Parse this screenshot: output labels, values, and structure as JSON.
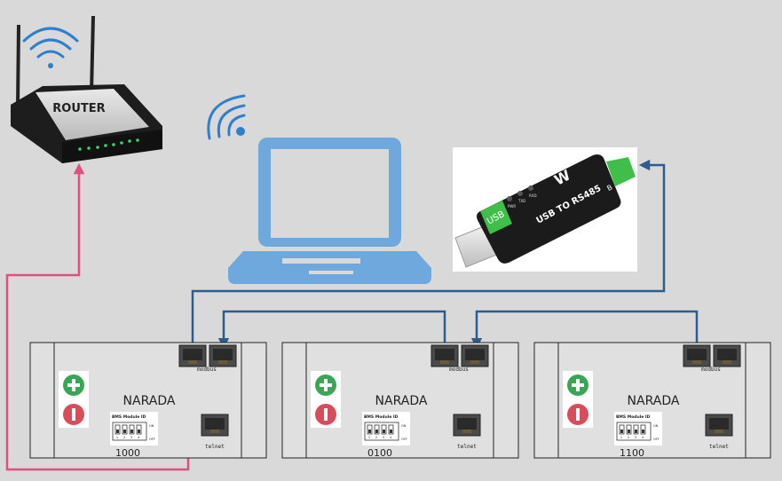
{
  "router": {
    "label": "ROUTER"
  },
  "converter": {
    "label": "USB TO RS485",
    "suffix": "B",
    "usb_tab": "USB",
    "leds": [
      "PWR",
      "TXD",
      "RXD"
    ],
    "logo": "W"
  },
  "batteries": [
    {
      "brand": "NARADA",
      "port_label_top": "modbus",
      "port_label_bottom": "telnet",
      "dip_title": "BMS Module ID",
      "dip_on": "ON",
      "dip_off": "OFF",
      "dip_numbers": [
        "1",
        "2",
        "3",
        "4"
      ],
      "id": "1000"
    },
    {
      "brand": "NARADA",
      "port_label_top": "modbus",
      "port_label_bottom": "telnet",
      "dip_title": "BMS Module ID",
      "dip_on": "ON",
      "dip_off": "OFF",
      "dip_numbers": [
        "1",
        "2",
        "3",
        "4"
      ],
      "id": "0100"
    },
    {
      "brand": "NARADA",
      "port_label_top": "modbus",
      "port_label_bottom": "telnet",
      "dip_title": "BMS Module ID",
      "dip_on": "ON",
      "dip_off": "OFF",
      "dip_numbers": [
        "1",
        "2",
        "3",
        "4"
      ],
      "id": "1100"
    }
  ],
  "colors": {
    "background": "#d9d9d9",
    "wifi_blue": "#2f7fd0",
    "laptop_blue": "#6fa8dc",
    "ethernet_pink": "#e0507f",
    "rs485_blue": "#2e5d8c",
    "plus_green": "#3aa655",
    "minus_red": "#d94d5a"
  }
}
